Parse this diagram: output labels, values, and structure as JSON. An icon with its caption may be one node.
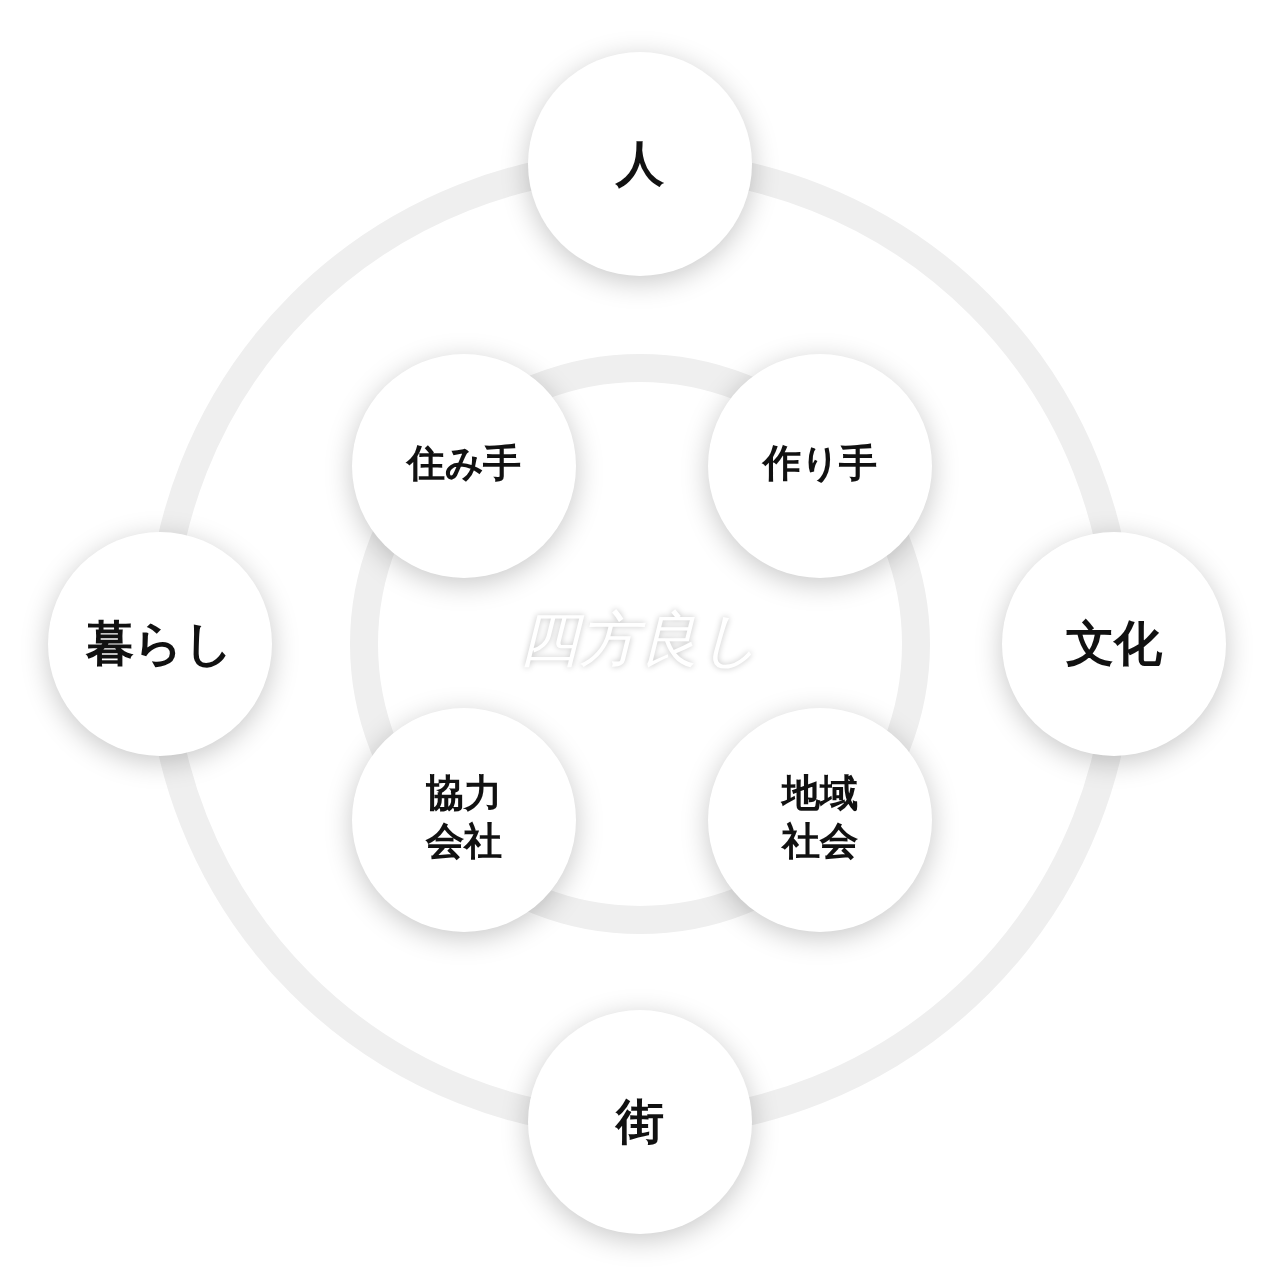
{
  "diagram": {
    "nodes": [
      {
        "text": [
          "人"
        ]
      },
      {
        "text": [
          "住み手"
        ]
      },
      {
        "text": [
          "作り手"
        ]
      },
      {
        "text": [
          "暮らし"
        ]
      },
      {
        "text": [
          "文化"
        ]
      },
      {
        "text": [
          "協力会社"
        ]
      },
      {
        "text": [
          "地域社会"
        ]
      },
      {
        "text": [
          "街"
        ]
      }
    ],
    "labels": [
      "四方良し"
    ]
  }
}
